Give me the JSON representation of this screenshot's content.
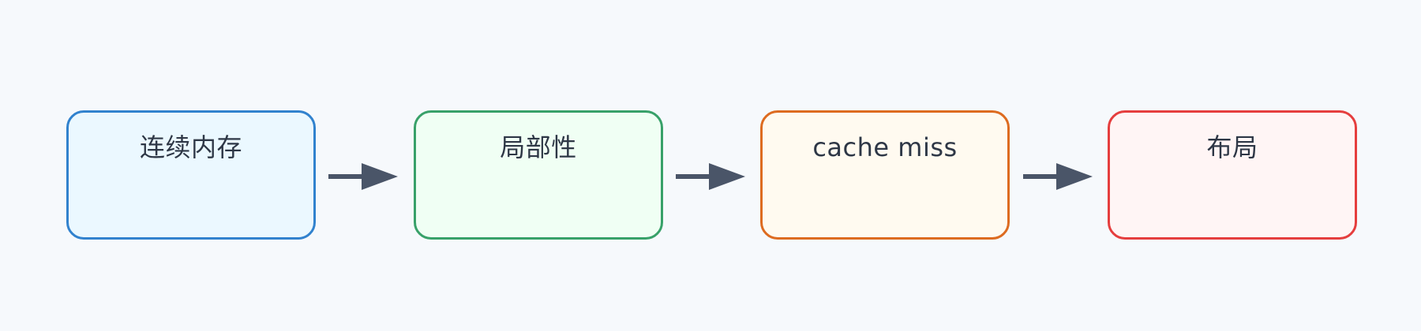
{
  "diagram": {
    "type": "flow",
    "nodes": [
      {
        "label": "连续内存",
        "border": "#3182ce",
        "fill": "#ebf8ff"
      },
      {
        "label": "局部性",
        "border": "#38a169",
        "fill": "#f0fff4"
      },
      {
        "label": "cache miss",
        "border": "#dd6b20",
        "fill": "#fffaf0"
      },
      {
        "label": "布局",
        "border": "#e53e3e",
        "fill": "#fff5f5"
      }
    ],
    "edges": [
      {
        "from": 0,
        "to": 1
      },
      {
        "from": 1,
        "to": 2
      },
      {
        "from": 2,
        "to": 3
      }
    ],
    "arrow_color": "#4a5568",
    "background": "#f6f9fc"
  }
}
